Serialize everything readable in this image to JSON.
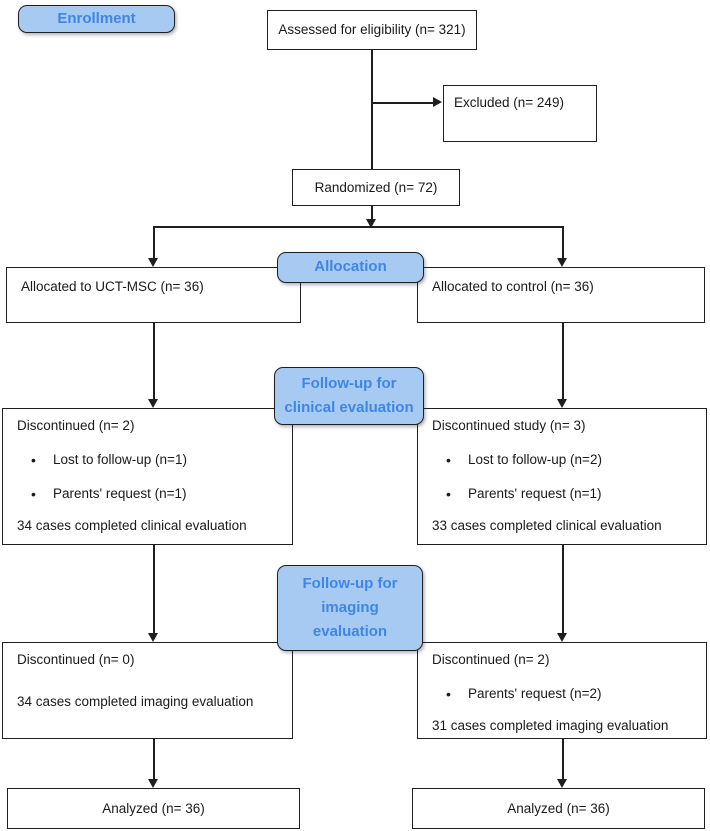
{
  "stages": {
    "enrollment": {
      "label": "Enrollment"
    },
    "allocation": {
      "label": "Allocation"
    },
    "followup_clinical": {
      "lines": [
        "Follow-up for",
        "clinical evaluation"
      ]
    },
    "followup_imaging": {
      "lines": [
        "Follow-up for",
        "imaging",
        "evaluation"
      ]
    }
  },
  "boxes": {
    "assessed": {
      "label": "Assessed for eligibility (n= 321)"
    },
    "excluded": {
      "label": "Excluded (n= 249)"
    },
    "randomized": {
      "label": "Randomized (n= 72)"
    },
    "allocated_uctmsc": {
      "label": "Allocated to UCT-MSC (n= 36)"
    },
    "allocated_control": {
      "label": "Allocated to control (n= 36)"
    },
    "clinical_left": {
      "title": "Discontinued (n= 2)",
      "bullets": [
        "Lost to follow-up (n=1)",
        "Parents' request (n=1)"
      ],
      "footer": "34 cases completed clinical evaluation"
    },
    "clinical_right": {
      "title": "Discontinued study (n= 3)",
      "bullets": [
        "Lost to follow-up (n=2)",
        "Parents' request (n=1)"
      ],
      "footer": "33 cases completed clinical evaluation"
    },
    "imaging_left": {
      "title": "Discontinued (n= 0)",
      "footer": "34 cases completed imaging evaluation"
    },
    "imaging_right": {
      "title": "Discontinued (n= 2)",
      "bullets": [
        "Parents' request (n=2)"
      ],
      "footer": "31 cases completed imaging evaluation"
    },
    "analyzed_left": {
      "label": "Analyzed (n= 36)"
    },
    "analyzed_right": {
      "label": "Analyzed (n= 36)"
    }
  },
  "bullet_glyph": "•",
  "colors": {
    "stage_fill": "#a7caf3",
    "stage_text": "#3f86e4",
    "stage_border": "#1f1f1f",
    "box_border": "#1f1f1f",
    "line": "#1f1f1f",
    "text": "#1a1a1a",
    "background": "#ffffff"
  }
}
